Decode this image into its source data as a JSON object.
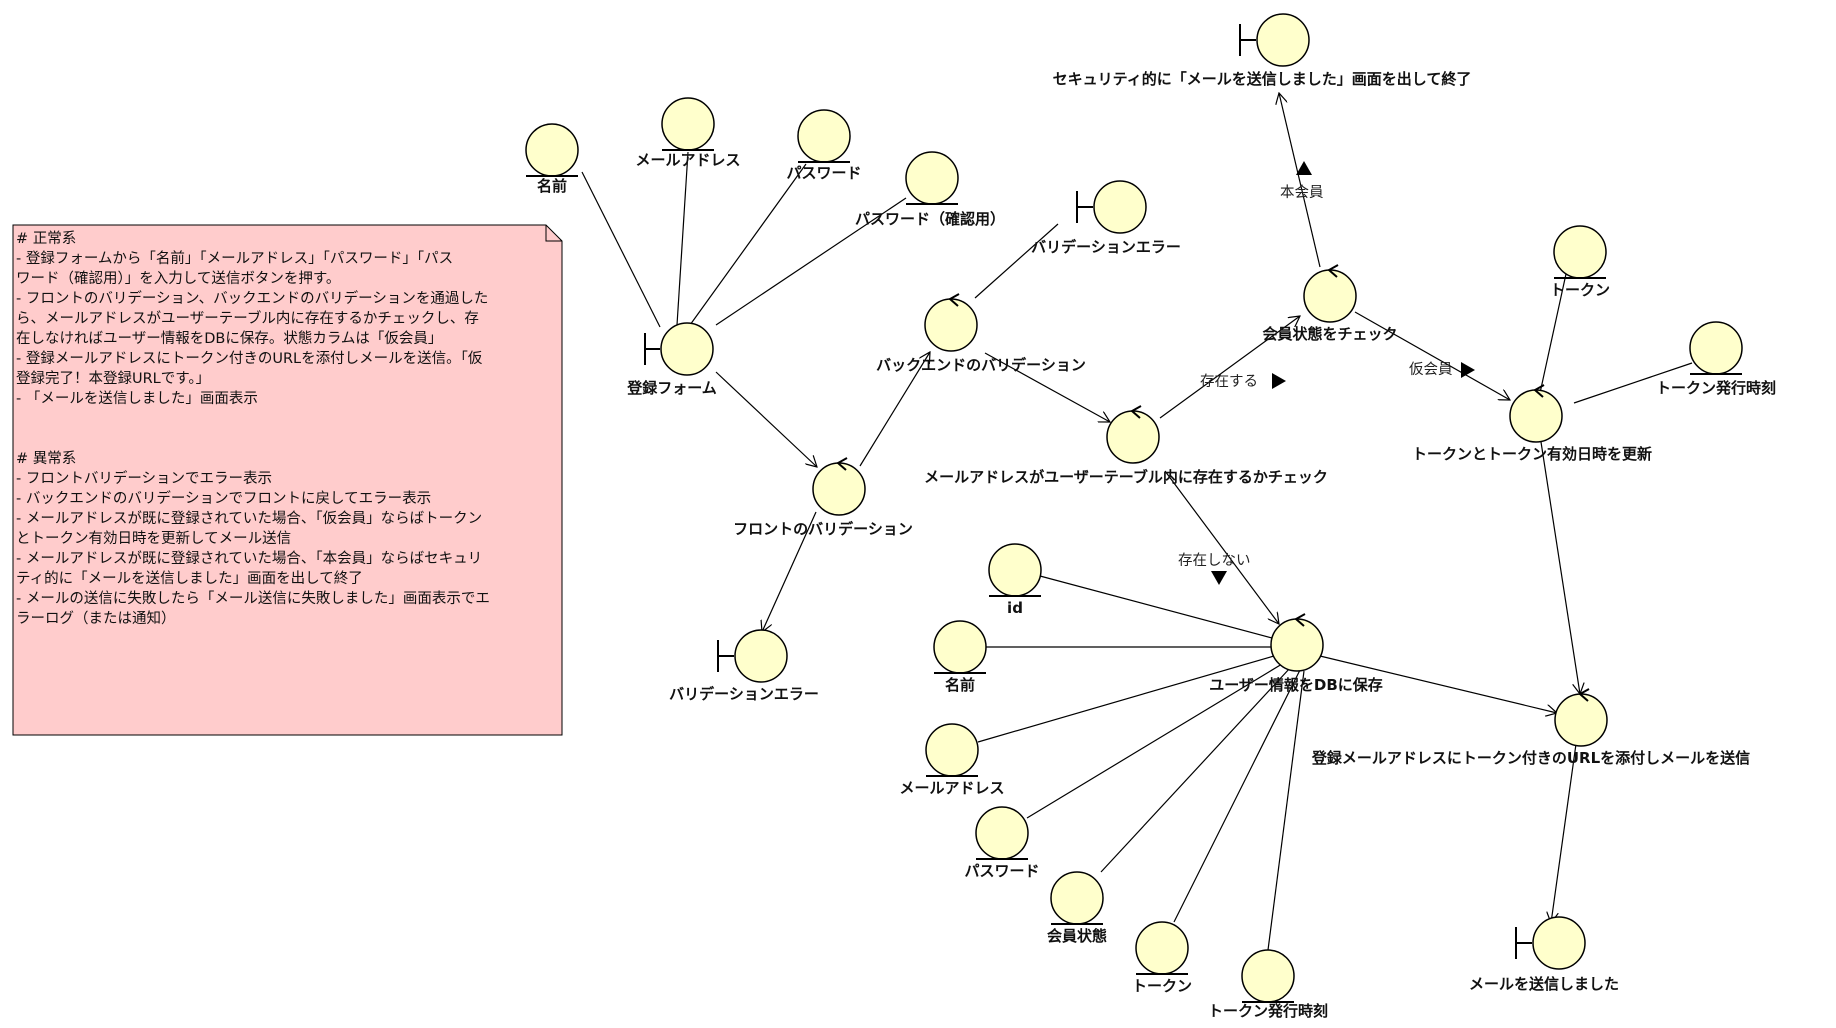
{
  "colors": {
    "note_fill": "#ffcccc",
    "node_fill": "#ffffcc",
    "stroke": "#000000"
  },
  "note": {
    "lines": [
      "# 正常系",
      "- 登録フォームから「名前」「メールアドレス」「パスワード」「パス",
      "ワード（確認用）」を入力して送信ボタンを押す。",
      "- フロントのバリデーション、バックエンドのバリデーションを通過した",
      "ら、メールアドレスがユーザーテーブル内に存在するかチェックし、存",
      "在しなければユーザー情報をDBに保存。状態カラムは「仮会員」",
      "- 登録メールアドレスにトークン付きのURLを添付しメールを送信。「仮",
      "登録完了！本登録URLです。」",
      "- 「メールを送信しました」画面表示",
      "",
      "",
      "# 異常系",
      "- フロントバリデーションでエラー表示",
      "- バックエンドのバリデーションでフロントに戻してエラー表示",
      "- メールアドレスが既に登録されていた場合、「仮会員」ならばトークン",
      "とトークン有効日時を更新してメール送信",
      "- メールアドレスが既に登録されていた場合、「本会員」ならばセキュリ",
      "ティ的に「メールを送信しました」画面を出して終了",
      "- メールの送信に失敗したら「メール送信に失敗しました」画面表示でエ",
      "ラーログ（または通知）"
    ]
  },
  "nodes": {
    "name_top": {
      "label": "名前",
      "kind": "entity-icon"
    },
    "mail_top": {
      "label": "メールアドレス",
      "kind": "entity-icon"
    },
    "pass_top": {
      "label": "パスワード",
      "kind": "entity-icon"
    },
    "pass_confirm": {
      "label": "パスワード（確認用）",
      "kind": "entity-icon"
    },
    "reg_form": {
      "label": "登録フォーム",
      "kind": "boundary-icon"
    },
    "front_val": {
      "label": "フロントのバリデーション",
      "kind": "control-icon"
    },
    "val_err_bottom": {
      "label": "バリデーションエラー",
      "kind": "boundary-icon"
    },
    "back_val": {
      "label": "バックエンドのバリデーション",
      "kind": "control-icon"
    },
    "val_err_top": {
      "label": "バリデーションエラー",
      "kind": "boundary-icon"
    },
    "check_exists": {
      "label": "メールアドレスがユーザーテーブル内に存在するかチェック",
      "kind": "control-icon"
    },
    "check_status": {
      "label": "会員状態をチェック",
      "kind": "control-icon"
    },
    "security_end": {
      "label": "セキュリティ的に「メールを送信しました」画面を出して終了",
      "kind": "boundary-icon"
    },
    "token_top": {
      "label": "トークン",
      "kind": "entity-icon"
    },
    "token_time_top": {
      "label": "トークン発行時刻",
      "kind": "entity-icon"
    },
    "update_token": {
      "label": "トークンとトークン有効日時を更新",
      "kind": "control-icon"
    },
    "save_user": {
      "label": "ユーザー情報をDBに保存",
      "kind": "control-icon"
    },
    "id": {
      "label": "id",
      "kind": "entity-icon"
    },
    "name_bottom": {
      "label": "名前",
      "kind": "entity-icon"
    },
    "mail_bottom": {
      "label": "メールアドレス",
      "kind": "entity-icon"
    },
    "pass_bottom": {
      "label": "パスワード",
      "kind": "entity-icon"
    },
    "member_status": {
      "label": "会員状態",
      "kind": "entity-icon"
    },
    "token_bottom": {
      "label": "トークン",
      "kind": "entity-icon"
    },
    "token_time_bottom": {
      "label": "トークン発行時刻",
      "kind": "entity-icon"
    },
    "send_mail": {
      "label": "登録メールアドレスにトークン付きのURLを添付しメールを送信",
      "kind": "control-icon"
    },
    "mail_sent": {
      "label": "メールを送信しました",
      "kind": "boundary-icon"
    }
  },
  "edges": {
    "exists": {
      "label": "存在する"
    },
    "not_exists": {
      "label": "存在しない"
    },
    "full_member": {
      "label": "本会員"
    },
    "provisional_member": {
      "label": "仮会員"
    }
  }
}
